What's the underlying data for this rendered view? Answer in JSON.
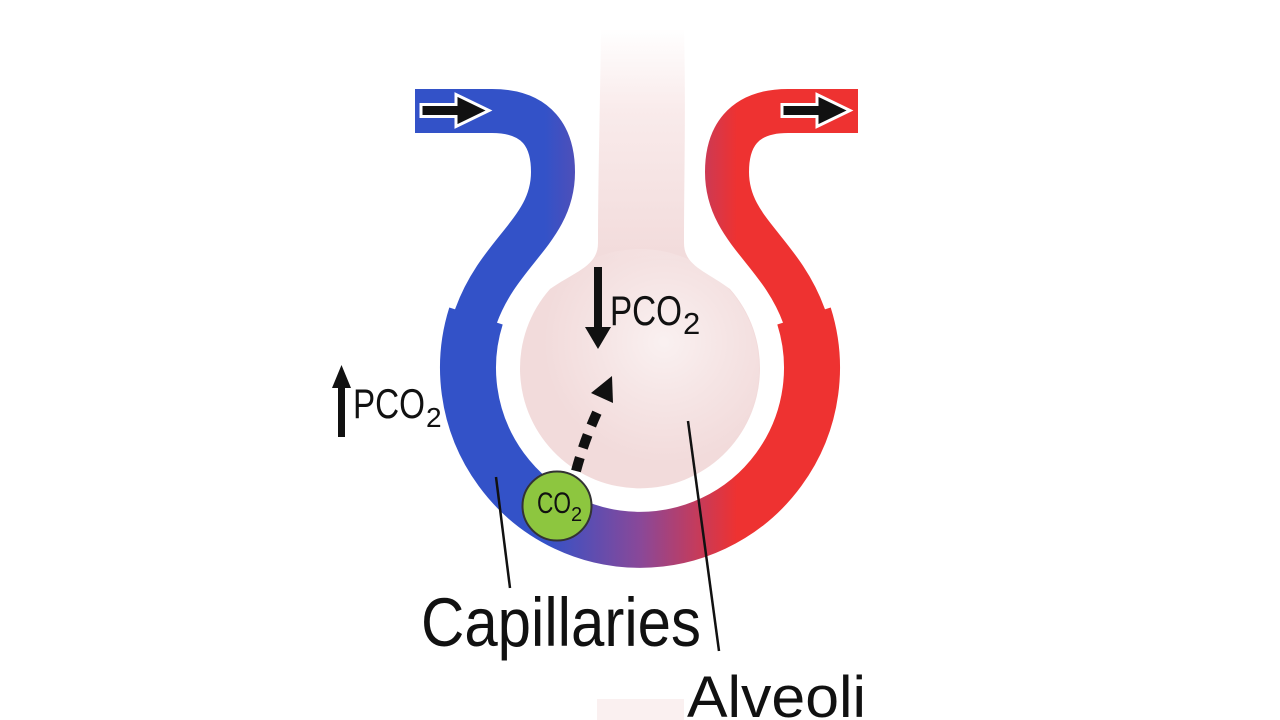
{
  "figure": {
    "capillaries_label": "Capillaries",
    "alveoli_label": "Alveoli"
  },
  "labels": {
    "alveolar_pco2": {
      "main": "PCO",
      "sub": "2"
    },
    "capillary_pco2": {
      "main": "PCO",
      "sub": "2"
    },
    "co2_bubble": {
      "main": "CO",
      "sub": "2"
    }
  },
  "colors": {
    "deoxygenated_blue": "#3352c8",
    "mix_purple": "#8a4898",
    "oxygenated_red": "#ee3231",
    "alveolus_pink": "#f2dbdb",
    "alveolus_pink_mid": "#f9ebeb",
    "co2_green": "#8dc63f",
    "arrow_black": "#111111"
  }
}
